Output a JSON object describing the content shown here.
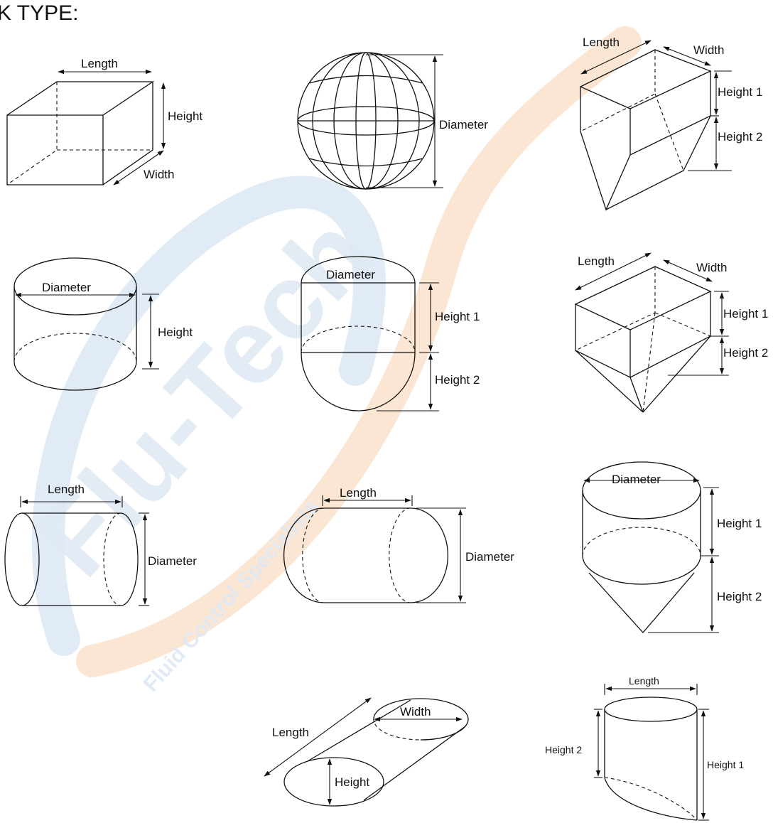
{
  "heading": "K TYPE:",
  "colors": {
    "line": "#111111",
    "watermark_blue": "#d8e6f3",
    "watermark_orange": "#fbe0c8"
  },
  "watermark": {
    "brand": "Flu-Tech",
    "tagline": "Fluid Control Specialists"
  },
  "shapes": {
    "box": {
      "length": "Length",
      "height": "Height",
      "width": "Width"
    },
    "sphere": {
      "diameter": "Diameter"
    },
    "wedge_hopper": {
      "length": "Length",
      "width": "Width",
      "height1": "Height 1",
      "height2": "Height 2"
    },
    "vertical_cylinder": {
      "diameter": "Diameter",
      "height": "Height"
    },
    "hemi_bottom_cylinder": {
      "diameter": "Diameter",
      "height1": "Height 1",
      "height2": "Height 2"
    },
    "pyramid_hopper": {
      "length": "Length",
      "width": "Width",
      "height1": "Height 1",
      "height2": "Height 2"
    },
    "horizontal_cylinder": {
      "length": "Length",
      "diameter": "Diameter"
    },
    "horizontal_capsule": {
      "length": "Length",
      "diameter": "Diameter"
    },
    "cone_bottom_cylinder": {
      "diameter": "Diameter",
      "height1": "Height 1",
      "height2": "Height 2"
    },
    "oval_tank": {
      "length": "Length",
      "width": "Width",
      "height": "Height"
    },
    "slanted_cylinder": {
      "length": "Length",
      "height2": "Height 2",
      "height1": "Height 1"
    }
  }
}
